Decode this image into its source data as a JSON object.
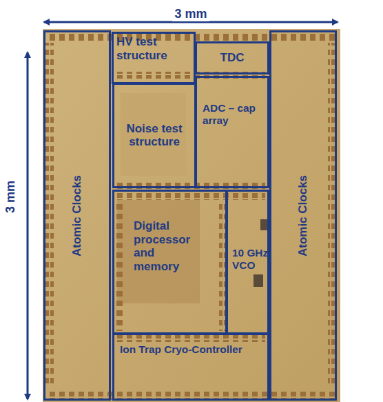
{
  "diagram": {
    "nodes": [
      {
        "text": [
          "Atomic Clocks"
        ]
      },
      {
        "text": [
          "HV test structure"
        ]
      },
      {
        "text": [
          "TDC"
        ]
      },
      {
        "text": [
          "Noise test structure"
        ]
      },
      {
        "text": [
          "ADC – cap array"
        ]
      },
      {
        "text": [
          "Digital processor and memory"
        ]
      },
      {
        "text": [
          "10 GHz VCO"
        ]
      },
      {
        "text": [
          "Ion Trap Cryo-Controller"
        ]
      },
      {
        "text": [
          "Atomic Clocks"
        ]
      }
    ],
    "labels": [
      "3 mm",
      "3 mm"
    ]
  }
}
